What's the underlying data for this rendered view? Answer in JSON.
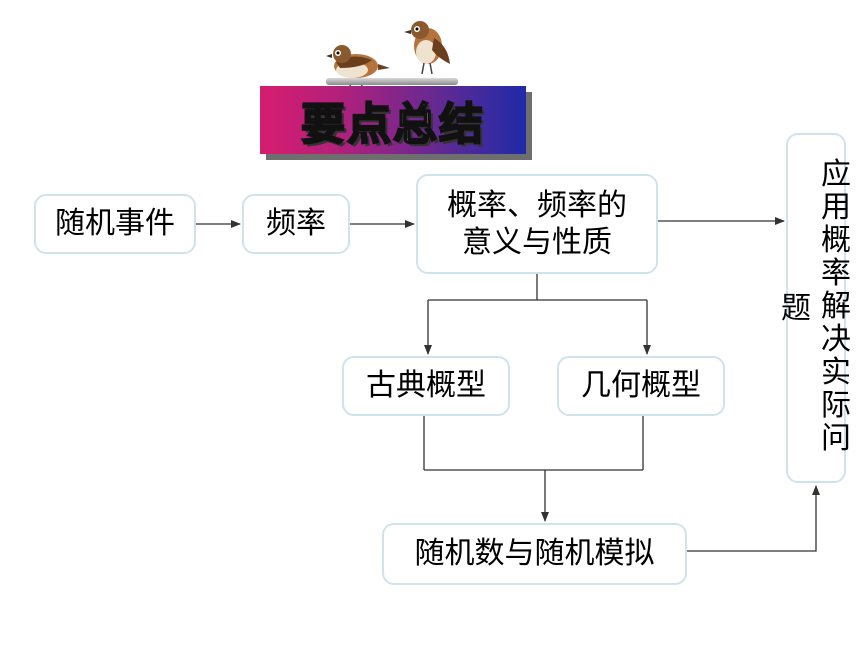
{
  "header": {
    "title": "要点总结"
  },
  "nodes": {
    "random_event": "随机事件",
    "frequency": "频率",
    "meaning_line1": "概率、频率的",
    "meaning_line2": "意义与性质",
    "classical": "古典概型",
    "geometric": "几何概型",
    "simulation": "随机数与随机模拟"
  },
  "application": {
    "column1": [
      "应",
      "用",
      "概",
      "率",
      "解",
      "决",
      "实",
      "际",
      "问"
    ],
    "column2": [
      "题"
    ]
  },
  "colors": {
    "box_border": "#cfe3ea",
    "connector": "#333333",
    "banner_start": "#d61d6e",
    "banner_end": "#1f2aa8"
  },
  "icons": [
    "sparrow-icon",
    "sparrow-icon"
  ]
}
